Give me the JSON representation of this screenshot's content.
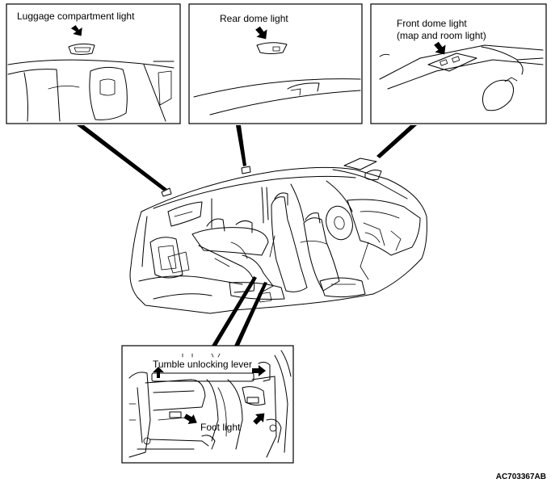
{
  "labels": {
    "luggage": "Luggage compartment light",
    "rear_dome": "Rear dome light",
    "front_dome_1": "Front dome light",
    "front_dome_2": "(map and room light)",
    "tumble": "Tumble unlocking lever",
    "foot": "Foot light"
  },
  "figure_code": "AC703367AB"
}
